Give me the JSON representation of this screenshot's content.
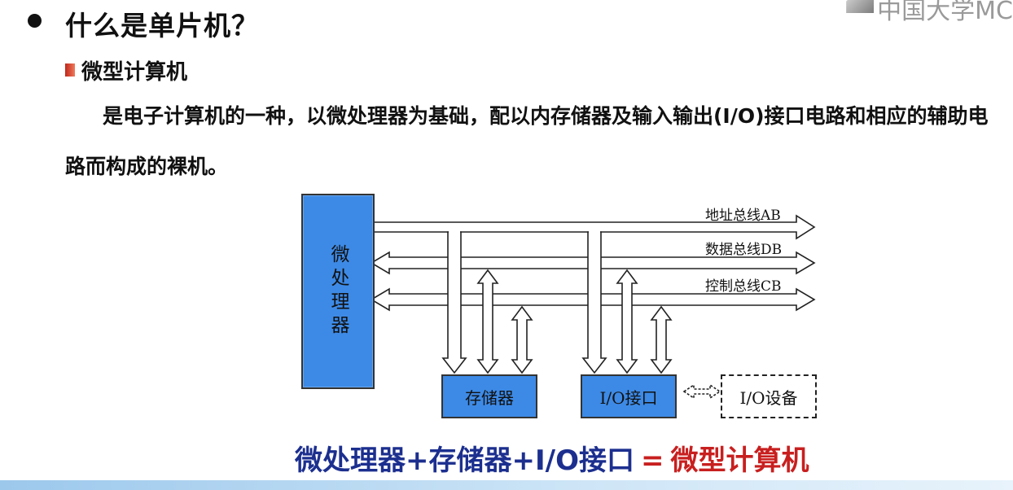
{
  "slide": {
    "heading": "什么是单片机？",
    "subheading": "微型计算机",
    "definition": "是电子计算机的一种，以微处理器为基础，配以内存储器及输入输出(I/O)接口电路和相应的辅助电路而构成的裸机。",
    "watermark_text": "中国大学MC"
  },
  "diagram": {
    "cpu_label": "微处理器",
    "memory_label": "存储器",
    "io_interface_label": "I/O接口",
    "io_device_label": "I/O设备",
    "buses": [
      {
        "label": "地址总线AB"
      },
      {
        "label": "数据总线DB"
      },
      {
        "label": "控制总线CB"
      }
    ],
    "colors": {
      "block_fill": "#3d8ae6",
      "outline": "#222222"
    }
  },
  "summary": {
    "part1": "微处理器",
    "plus1": "+",
    "part2": "存储器",
    "plus2": "+",
    "part3": "I/O接口",
    "equals": "=",
    "result": "微型计算机",
    "colors": {
      "parts": "#1c2f8f",
      "result": "#c81f1f"
    }
  }
}
